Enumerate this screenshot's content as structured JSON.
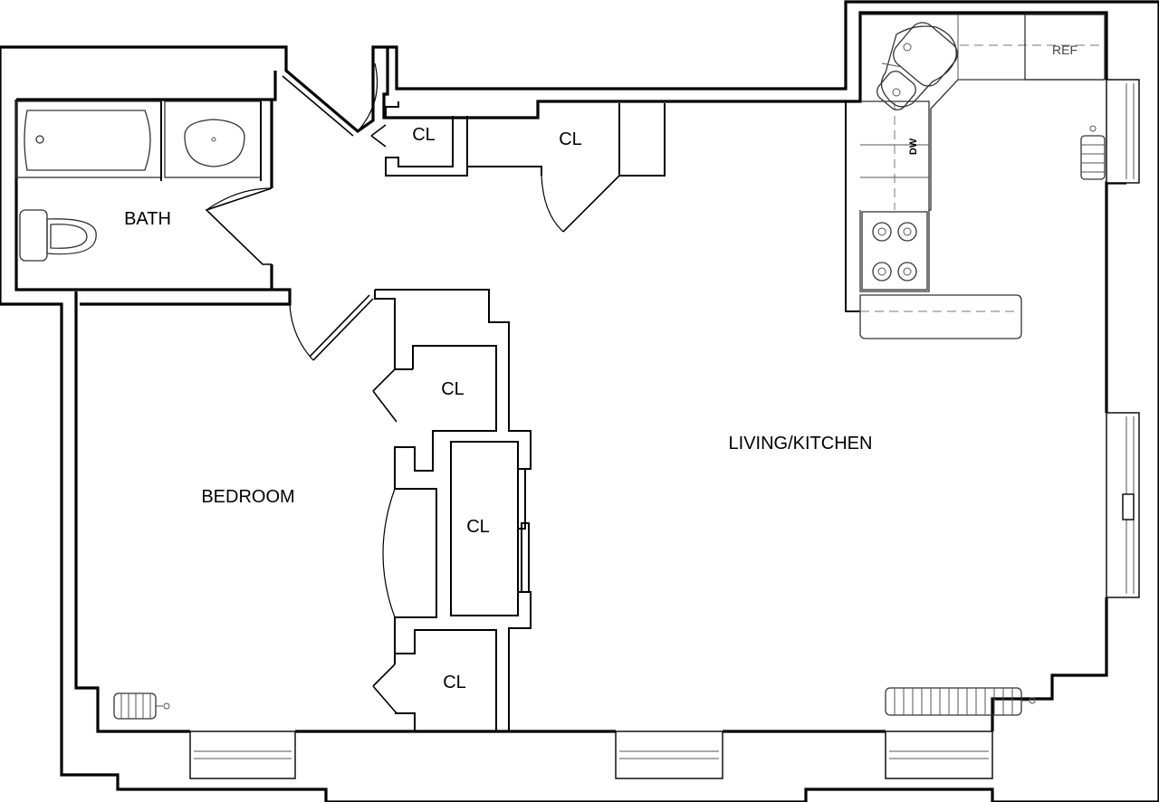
{
  "rooms": {
    "bath": "BATH",
    "bedroom": "BEDROOM",
    "living_kitchen": "LIVING/KITCHEN",
    "closet_entry_small": "CL",
    "closet_entry_large": "CL",
    "closet_bedroom_upper": "CL",
    "closet_center": "CL",
    "closet_bedroom_lower": "CL"
  },
  "appliances": {
    "refrigerator": "REF",
    "dishwasher": "DW"
  }
}
